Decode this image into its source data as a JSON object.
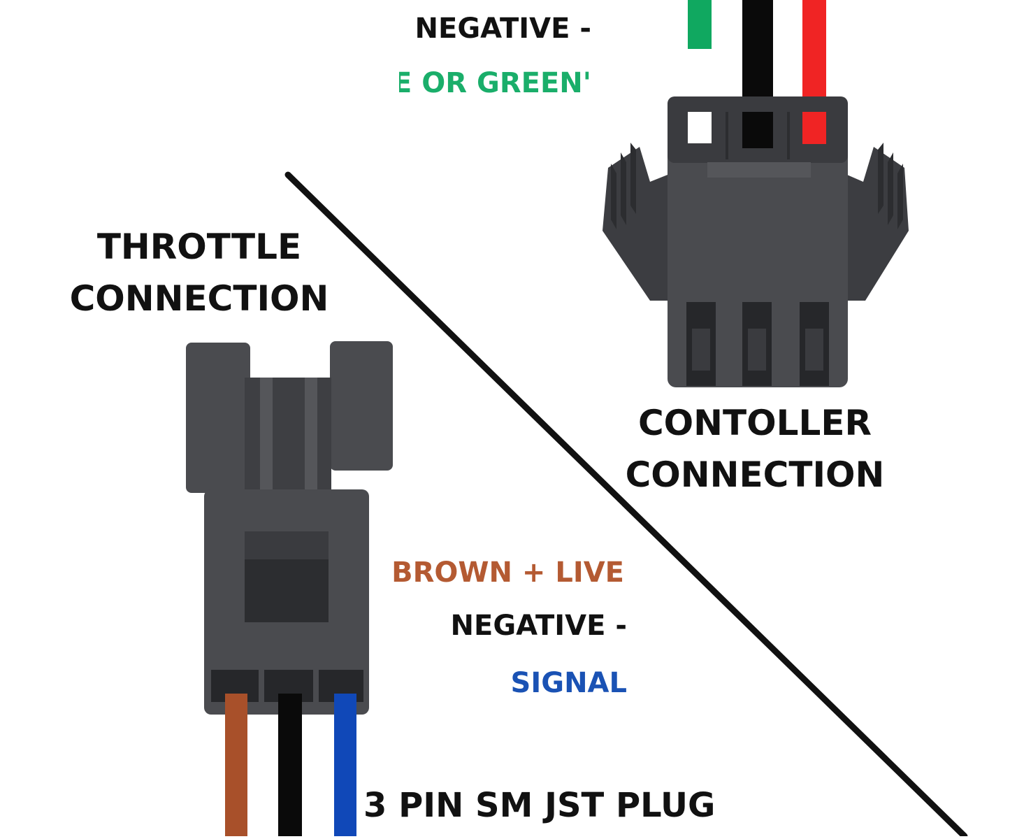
{
  "labels": {
    "top_negative": "NEGATIVE -",
    "top_partial_green": "'E OR GREEN",
    "throttle_line1": "THROTTLE",
    "throttle_line2": "CONNECTION",
    "controller_line1": "CONTOLLER",
    "controller_line2": "CONNECTION",
    "brown_live": "BROWN + LIVE",
    "bottom_negative": "NEGATIVE -",
    "signal": "SIGNAL",
    "plug_name": "3 PIN SM JST PLUG"
  },
  "colors": {
    "green_wire": "#10a860",
    "black_wire": "#0a0a0a",
    "red_wire": "#f02424",
    "brown_wire": "#a8502a",
    "blue_wire": "#1048b8",
    "connector_body": "#4a4b4f",
    "connector_dark": "#2c2d30",
    "green_text": "#1aae6a",
    "brown_text": "#b45a32",
    "blue_text": "#1a52b4",
    "text_black": "#111111"
  }
}
